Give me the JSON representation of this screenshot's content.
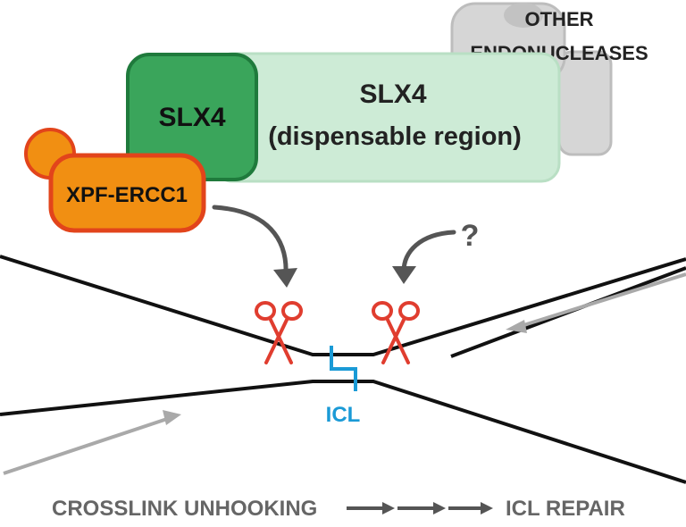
{
  "labels": {
    "other_endonucleases_line1": "OTHER",
    "other_endonucleases_line2": "ENDONUCLEASES",
    "slx4_core": "SLX4",
    "slx4_dispensable_line1": "SLX4",
    "slx4_dispensable_line2": "(dispensable region)",
    "xpf_ercc1": "XPF-ERCC1",
    "question_mark": "?",
    "icl": "ICL",
    "bottom_step1": "CROSSLINK UNHOOKING",
    "bottom_step2": "ICL REPAIR"
  },
  "colors": {
    "slx4_core_fill": "#3aa55b",
    "slx4_core_stroke": "#1f7a3c",
    "slx4_dispensable_fill": "#cdebd6",
    "slx4_dispensable_stroke": "#b9dfc4",
    "xpf_fill": "#f18f12",
    "xpf_stroke": "#e2441b",
    "endonuclease_fill": "#d6d6d6",
    "endonuclease_stroke": "#bdbdbd",
    "dna_strand": "#111111",
    "scissors": "#e03d2f",
    "icl": "#1a9ad6",
    "arrow": "#555555",
    "bottom_text": "#666666"
  },
  "icons": [
    "scissors-icon",
    "curved-arrow-icon",
    "crosslink-icon"
  ]
}
